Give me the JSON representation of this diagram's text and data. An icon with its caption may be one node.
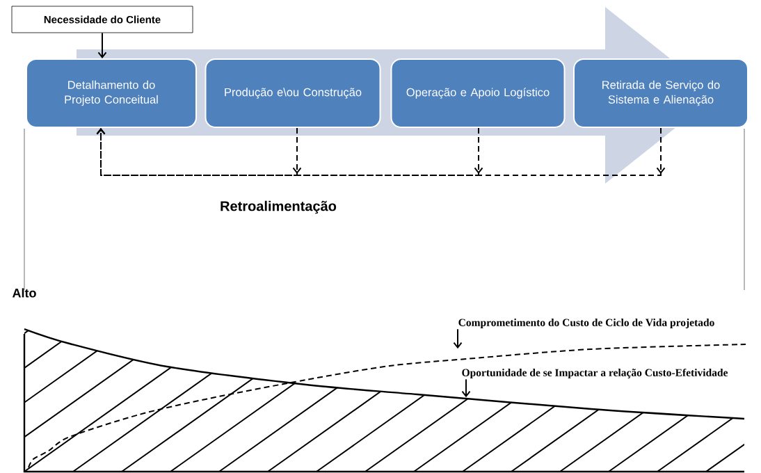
{
  "diagram": {
    "nodes": [
      {
        "text": [
          "Necessidade do Cliente"
        ]
      },
      {
        "text": [
          "Detalhamento do Projeto Conceitual"
        ]
      },
      {
        "text": [
          "Produção e\\ou Construção"
        ]
      },
      {
        "text": [
          "Operação e Apoio Logístico"
        ]
      },
      {
        "text": [
          "Retirada de Serviço do Sistema e Alienação"
        ]
      },
      {
        "text": [
          "Comprometimento do Custo de Ciclo de Vida projetado"
        ]
      },
      {
        "text": [
          "Oportunidade de se Impactar a relação Custo-Efetividade"
        ]
      }
    ],
    "edges": [
      {
        "from": 0,
        "to": 1,
        "arrow": "to"
      },
      {
        "from": 2,
        "to": 1,
        "arrow": "to",
        "style": "dashed"
      },
      {
        "from": 3,
        "to": 1,
        "arrow": "to",
        "style": "dashed"
      },
      {
        "from": 4,
        "to": 1,
        "arrow": "to",
        "style": "dashed"
      },
      {
        "from": 5,
        "to": null,
        "arrow": "to"
      },
      {
        "from": 6,
        "to": null,
        "arrow": "to"
      }
    ],
    "labels": [
      "Retroalimentação",
      "Alto"
    ]
  }
}
